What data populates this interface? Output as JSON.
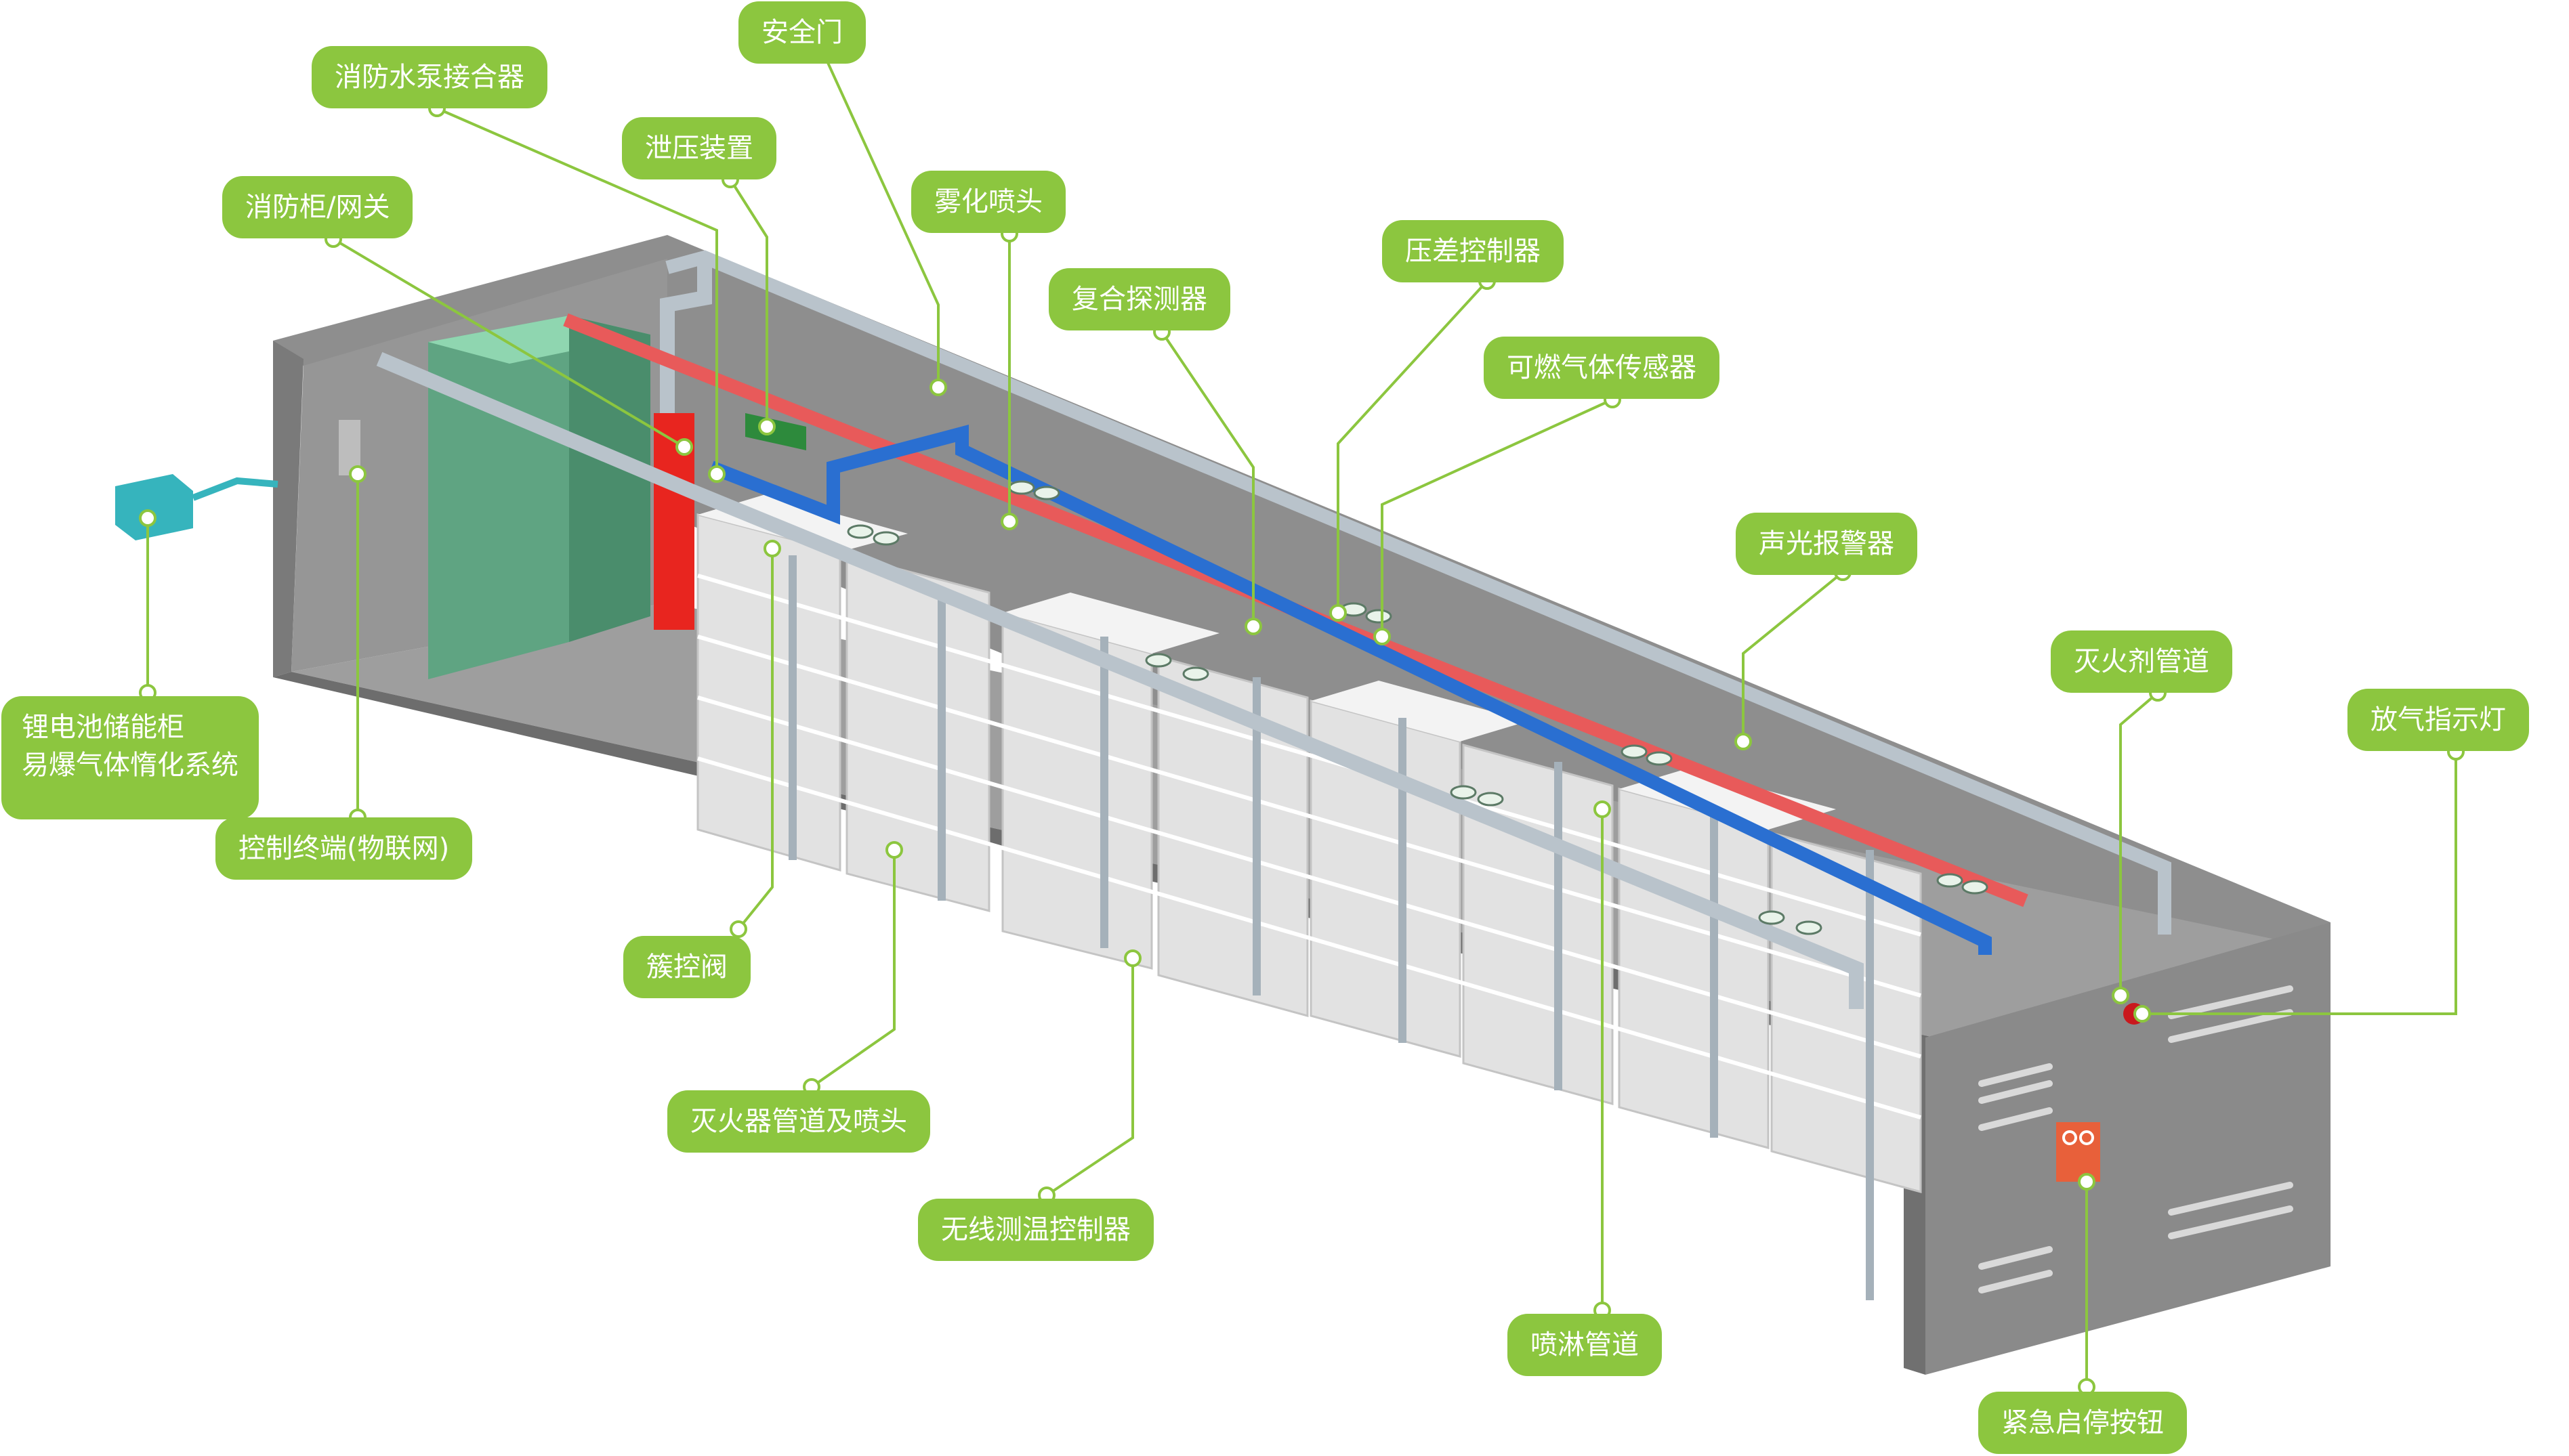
{
  "diagram": {
    "colors": {
      "callout": "#8cc63f",
      "leader": "#8cc63f",
      "container_wall": "#8a8a8a",
      "container_floor": "#9c9c9c",
      "battery": "#e4e4e4",
      "pipe_blue": "#2a6fd1",
      "pipe_red": "#e85a5a",
      "pipe_gray": "#b9c3cb",
      "cabinet": "#5fa482",
      "gas_unit": "#36b4bd",
      "alarm_red": "#e8251f"
    },
    "labels": {
      "safety_door": "安全门",
      "fire_pump_connector": "消防水泵接合器",
      "pressure_relief": "泄压装置",
      "fire_cabinet_gateway": "消防柜/网关",
      "atomizing_nozzle": "雾化喷头",
      "composite_detector": "复合探测器",
      "diff_pressure_controller": "压差控制器",
      "combustible_gas_sensor": "可燃气体传感器",
      "sound_light_alarm": "声光报警器",
      "extinguishant_pipe": "灭火剂管道",
      "discharge_indicator": "放气指示灯",
      "gas_inerting_system": "锂电池储能柜\n易爆气体惰化系统",
      "control_terminal": "控制终端(物联网)",
      "cluster_valve": "簇控阀",
      "extinguisher_pipe_nozzle": "灭火器管道及喷头",
      "wireless_temp_controller": "无线测温控制器",
      "spray_pipe": "喷淋管道",
      "emergency_button": "紧急启停按钮"
    }
  }
}
